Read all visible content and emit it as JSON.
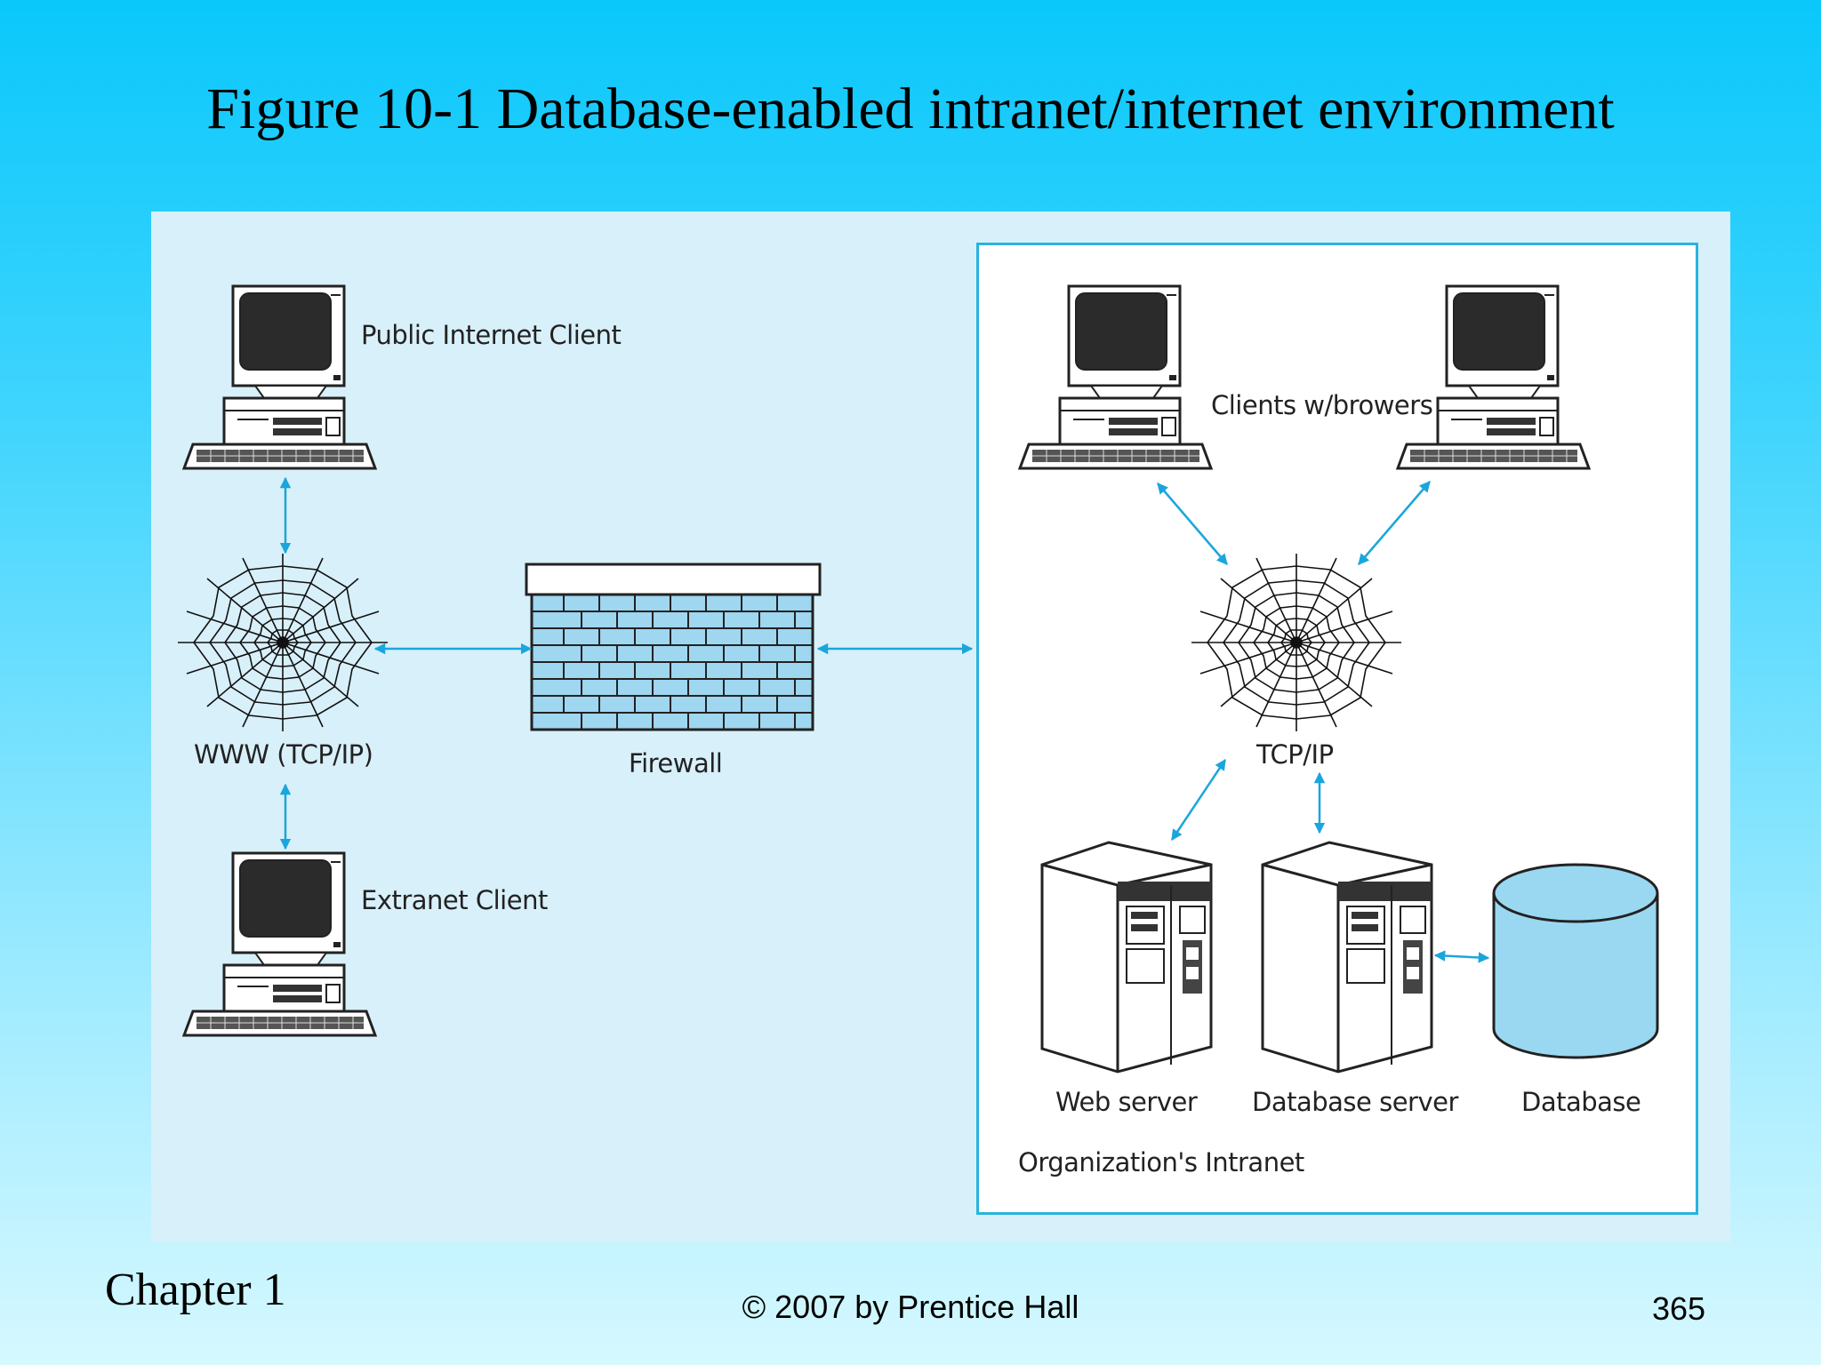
{
  "title": "Figure 10-1 Database-enabled intranet/internet environment",
  "labels": {
    "public_client": "Public Internet Client",
    "www": "WWW (TCP/IP)",
    "extranet_client": "Extranet Client",
    "firewall": "Firewall",
    "clients": "Clients w/browers",
    "tcpip": "TCP/IP",
    "web_server": "Web server",
    "db_server": "Database server",
    "database": "Database",
    "intranet": "Organization's Intranet"
  },
  "footer": {
    "chapter": "Chapter 1",
    "copyright": "© 2007 by Prentice Hall",
    "page": "365"
  },
  "colors": {
    "arrow": "#1aa6dc",
    "brick": "#9fd6f0",
    "database": "#9ad8f2"
  }
}
